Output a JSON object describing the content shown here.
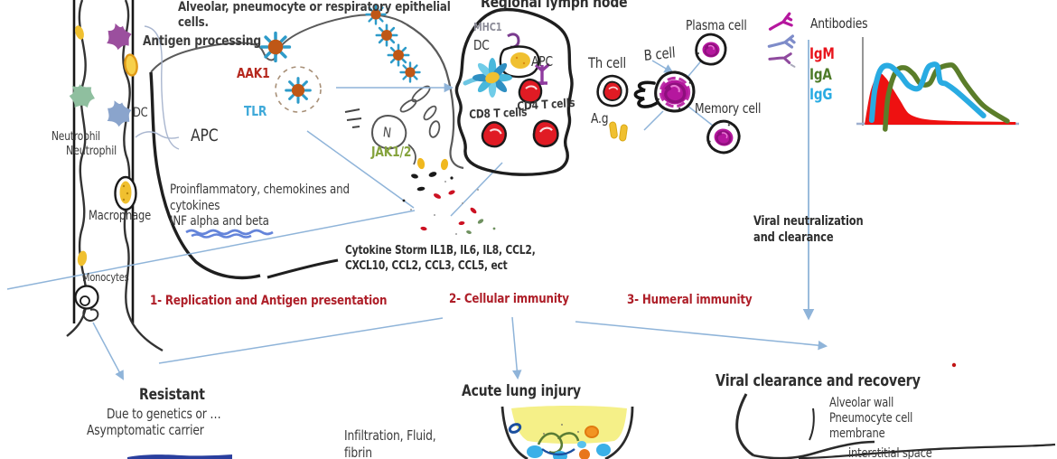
{
  "diagram": {
    "cell": {
      "caption": "Alveolar, pneumocyte or respiratory epithelial\ncells.",
      "antigen_processing": "Antigen processing",
      "aak1": "AAK1",
      "tlr": "TLR",
      "apc": "APC",
      "nucleus_letter": "N",
      "jak": "JAK1/2",
      "proinflammatory": "Proinflammatory, chemokines and\ncytokines\nINF alpha and beta",
      "cytokine_storm": "Cytokine Storm IL1B, IL6, IL8, CCL2,\nCXCL10, CCL2, CCL3, CCL5, ect"
    },
    "vessel": {
      "neutrophil1": "Neutrophil",
      "neutrophil2": "Neutrophil",
      "dc": "DC",
      "macrophage": "Macrophage",
      "monocytes": "Monocytes"
    },
    "lymph": {
      "title": "Regional lymph node",
      "mhc1": "MHC1",
      "dc": "DC",
      "apc": "APC",
      "cd8": "CD8 T cells",
      "cd4": "CD4 T cells"
    },
    "humoral": {
      "th_cell": "Th cell",
      "ag": "A.g",
      "b_cell": "B cell",
      "plasma_cell": "Plasma cell",
      "memory_cell": "Memory cell",
      "antibodies": "Antibodies",
      "igm": "IgM",
      "iga": "IgA",
      "igg": "IgG",
      "viral_neutralization": "Viral neutralization\nand clearance"
    },
    "stages": {
      "s1": "1- Replication and Antigen presentation",
      "s2": "2- Cellular immunity",
      "s3": "3- Humeral immunity"
    },
    "outcomes": {
      "resistant_title": "Resistant",
      "resistant_line1": "Due to genetics or …",
      "resistant_line2": "Asymptomatic carrier",
      "acute_title": "Acute lung injury",
      "acute_desc": "Infiltration, Fluid,\nfibrin",
      "recovery_title": "Viral clearance and recovery",
      "recovery_notes": "Alveolar wall\nPneumocyte cell\nmembrane",
      "interstitial": "interstitial space"
    }
  },
  "colors": {
    "stage_red": "#ae1e28",
    "aak1": "#b5281e",
    "tlr": "#3fa9d9",
    "jak": "#85a33c",
    "igm": "#e8141c",
    "iga": "#4d7a28",
    "igg": "#29abe2",
    "virus_core": "#bf5716",
    "virus_spike": "#2e9bc9",
    "magenta_cell": "#b5179e",
    "red_cell": "#e01b24",
    "yellow": "#f0c030",
    "connector_blue": "#8fb4d9"
  },
  "chart_data": {
    "type": "line",
    "title": "",
    "xlabel": "",
    "ylabel": "",
    "xlim": [
      0,
      10.5
    ],
    "ylim": [
      -8,
      95
    ],
    "grid": false,
    "legend": [
      "IgM",
      "IgA",
      "IgG"
    ],
    "legend_position": "left-of-chart",
    "series": [
      {
        "name": "IgM",
        "color": "#ee1111",
        "style": "filled-area",
        "stroke_width": 2,
        "points": [
          [
            0.2,
            1
          ],
          [
            0.6,
            37
          ],
          [
            1.1,
            54
          ],
          [
            1.5,
            50
          ],
          [
            1.9,
            40
          ],
          [
            2.5,
            24
          ],
          [
            3.1,
            10
          ],
          [
            4.2,
            4
          ],
          [
            6.2,
            2
          ],
          [
            10.2,
            1
          ]
        ]
      },
      {
        "name": "IgA",
        "color": "#5b7d2a",
        "style": "line",
        "stroke_width": 5.5,
        "points": [
          [
            1.5,
            -6
          ],
          [
            1.7,
            30
          ],
          [
            2.2,
            57
          ],
          [
            2.8,
            62
          ],
          [
            3.4,
            55
          ],
          [
            3.9,
            44
          ],
          [
            4.5,
            45
          ],
          [
            5.0,
            60
          ],
          [
            5.8,
            65
          ],
          [
            6.2,
            62
          ],
          [
            6.9,
            44
          ],
          [
            8.1,
            20
          ],
          [
            9.7,
            3
          ]
        ]
      },
      {
        "name": "IgG",
        "color": "#29abe2",
        "style": "line",
        "stroke_width": 6,
        "points": [
          [
            0.6,
            4
          ],
          [
            0.8,
            37
          ],
          [
            1.2,
            60
          ],
          [
            1.8,
            64
          ],
          [
            2.5,
            54
          ],
          [
            3.1,
            42
          ],
          [
            3.8,
            40
          ],
          [
            4.3,
            60
          ],
          [
            4.6,
            65
          ],
          [
            5.0,
            64
          ],
          [
            5.2,
            47
          ],
          [
            5.6,
            44
          ],
          [
            6.2,
            37
          ],
          [
            7.1,
            24
          ],
          [
            8.1,
            9
          ]
        ]
      }
    ]
  }
}
